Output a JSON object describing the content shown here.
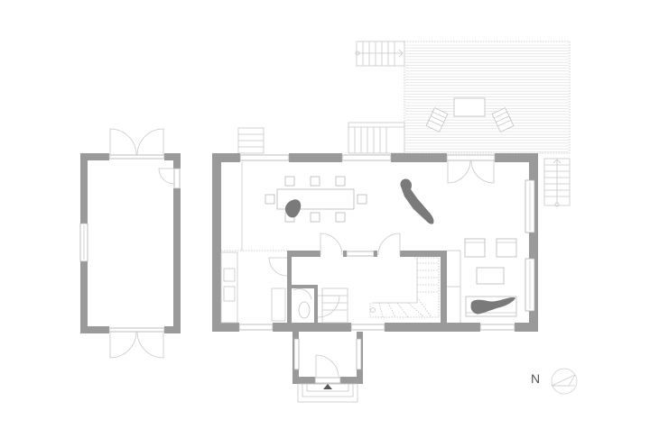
{
  "drawing": {
    "type": "floor-plan",
    "background": "#ffffff",
    "wall_color": "#9a9a9a",
    "line_color": "#c8c8c8",
    "figure_color": "#7a7a7a"
  },
  "north_arrow": {
    "label": "N"
  },
  "elements": {
    "outbuilding": "Outbuilding / annex with double doors on both ends",
    "main_house": "Main house",
    "deck": "Wooden deck with table and two chairs",
    "entry_porch": "Entry porch",
    "dining_area": "Dining table with 8 chairs",
    "living_area": "Living area with two armchairs, coffee table and sofa",
    "kitchen": "Kitchen counter",
    "wc": "WC",
    "staircase": "Internal staircase",
    "exterior_stairs": [
      "Deck stair (west)",
      "Deck stair (east)",
      "North step (west)",
      "North step (center)"
    ]
  }
}
